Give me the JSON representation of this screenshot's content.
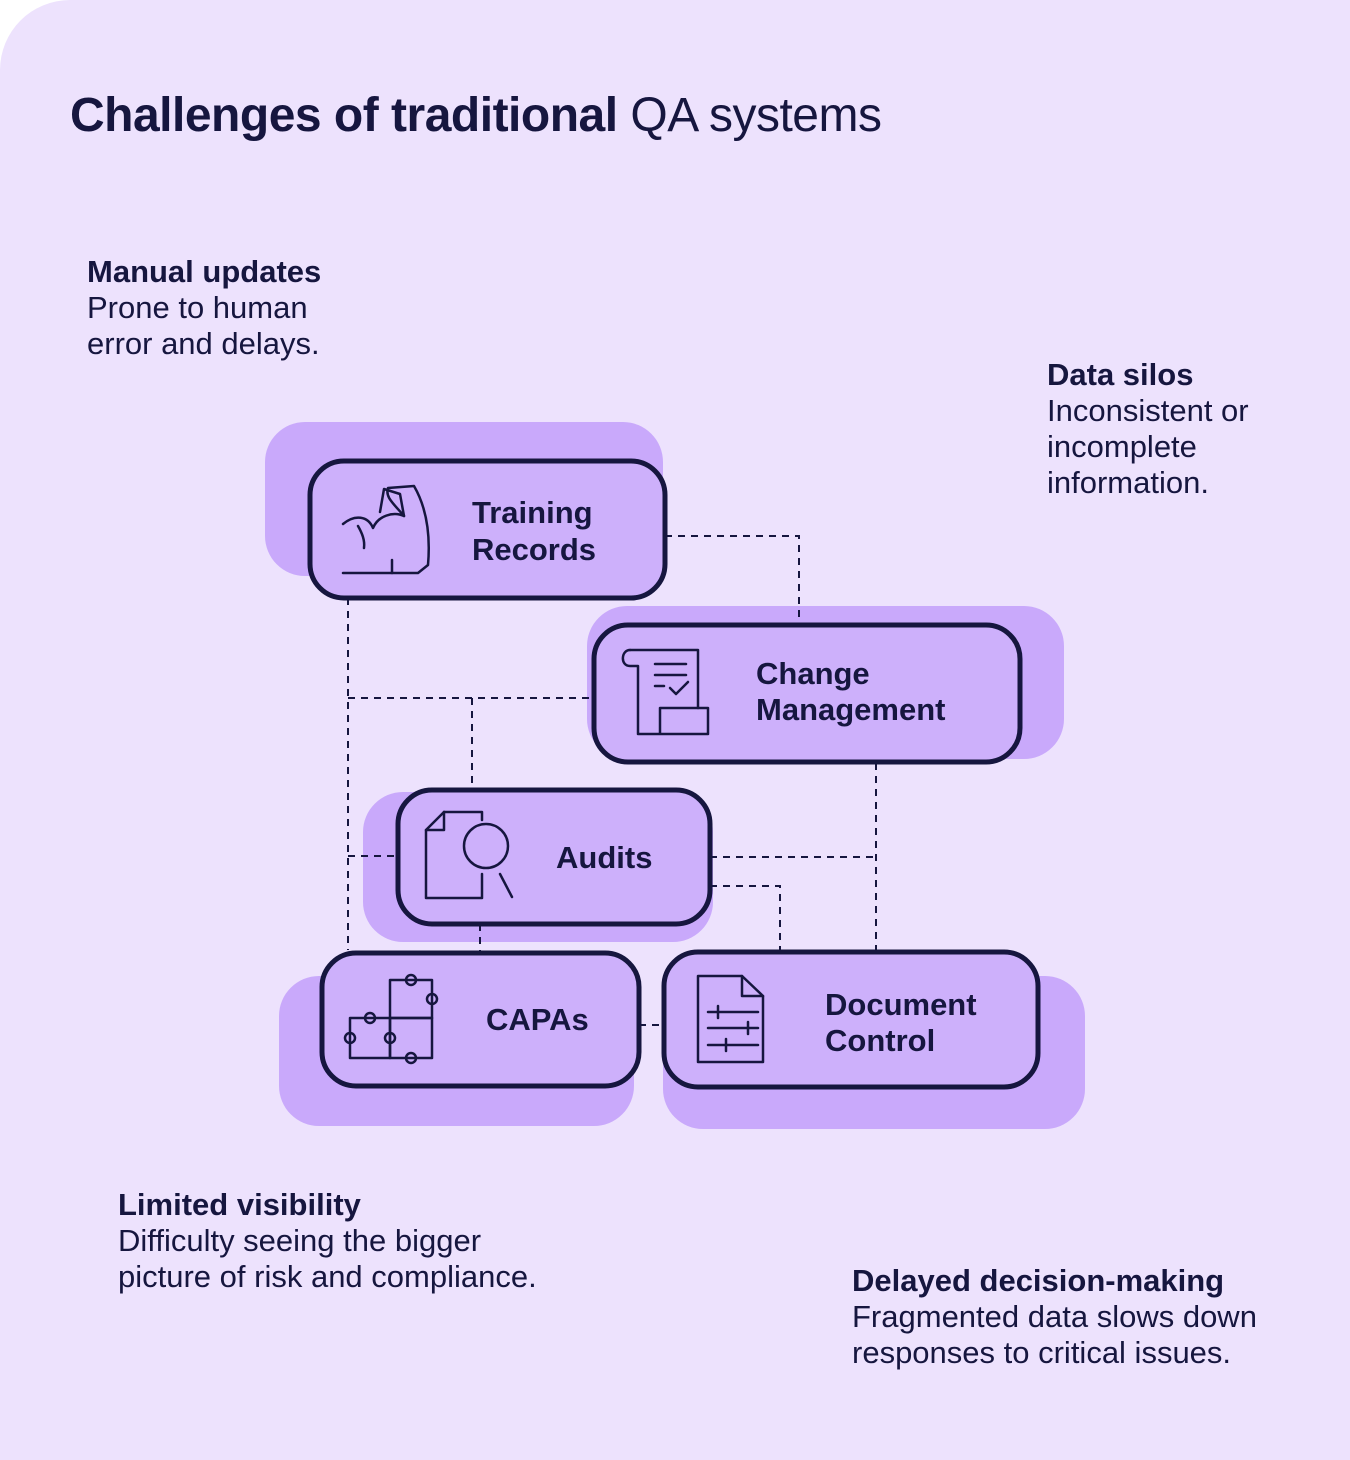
{
  "title": {
    "bold": "Challenges of traditional",
    "light": "QA systems"
  },
  "notes": {
    "manual_updates": {
      "heading": "Manual updates",
      "desc": "Prone to human error and delays."
    },
    "data_silos": {
      "heading": "Data silos",
      "desc": "Inconsistent or incomplete information."
    },
    "limited_visibility": {
      "heading": "Limited visibility",
      "desc": "Difficulty seeing the bigger picture of risk and compliance."
    },
    "delayed_decisions": {
      "heading": "Delayed decision-making",
      "desc": "Fragmented data slows down responses to critical issues."
    }
  },
  "boxes": {
    "training": {
      "line1": "Training",
      "line2": "Records",
      "icon": "flexed-arm-icon"
    },
    "change": {
      "line1": "Change",
      "line2": "Management",
      "icon": "checklist-scroll-icon"
    },
    "audits": {
      "line1": "Audits",
      "icon": "document-magnifier-icon"
    },
    "capas": {
      "line1": "CAPAs",
      "icon": "puzzle-pieces-icon"
    },
    "document": {
      "line1": "Document",
      "line2": "Control",
      "icon": "document-sliders-icon"
    }
  },
  "colors": {
    "background": "#ede2fd",
    "box_fill": "#cdb0fb",
    "shadow_fill": "#c9a9fb",
    "ink": "#16163f"
  }
}
